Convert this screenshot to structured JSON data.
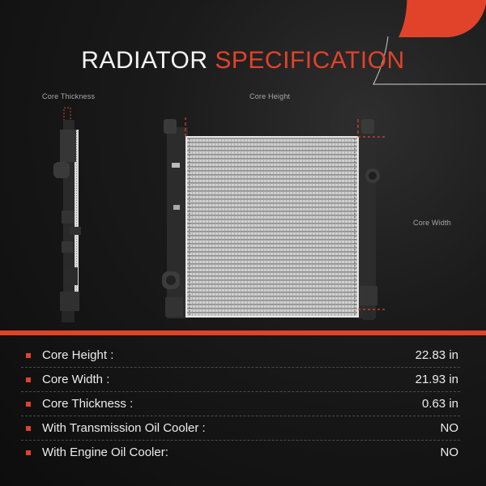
{
  "title": {
    "part1": "RADIATOR",
    "part2": "SPECIFICATION"
  },
  "colors": {
    "accent": "#e1432a",
    "background": "#141414",
    "text": "#ececec",
    "label": "#a8a8a8"
  },
  "diagram": {
    "side_view_label": "Core Thickness",
    "front_view_height_label": "Core Height",
    "front_view_width_label": "Core Width"
  },
  "specs": [
    {
      "key": "Core Height :",
      "value": "22.83 in"
    },
    {
      "key": "Core Width :",
      "value": "21.93 in"
    },
    {
      "key": "Core Thickness :",
      "value": "0.63 in"
    },
    {
      "key": "With Transmission Oil Cooler :",
      "value": "NO"
    },
    {
      "key": "With Engine Oil Cooler:",
      "value": "NO"
    }
  ]
}
